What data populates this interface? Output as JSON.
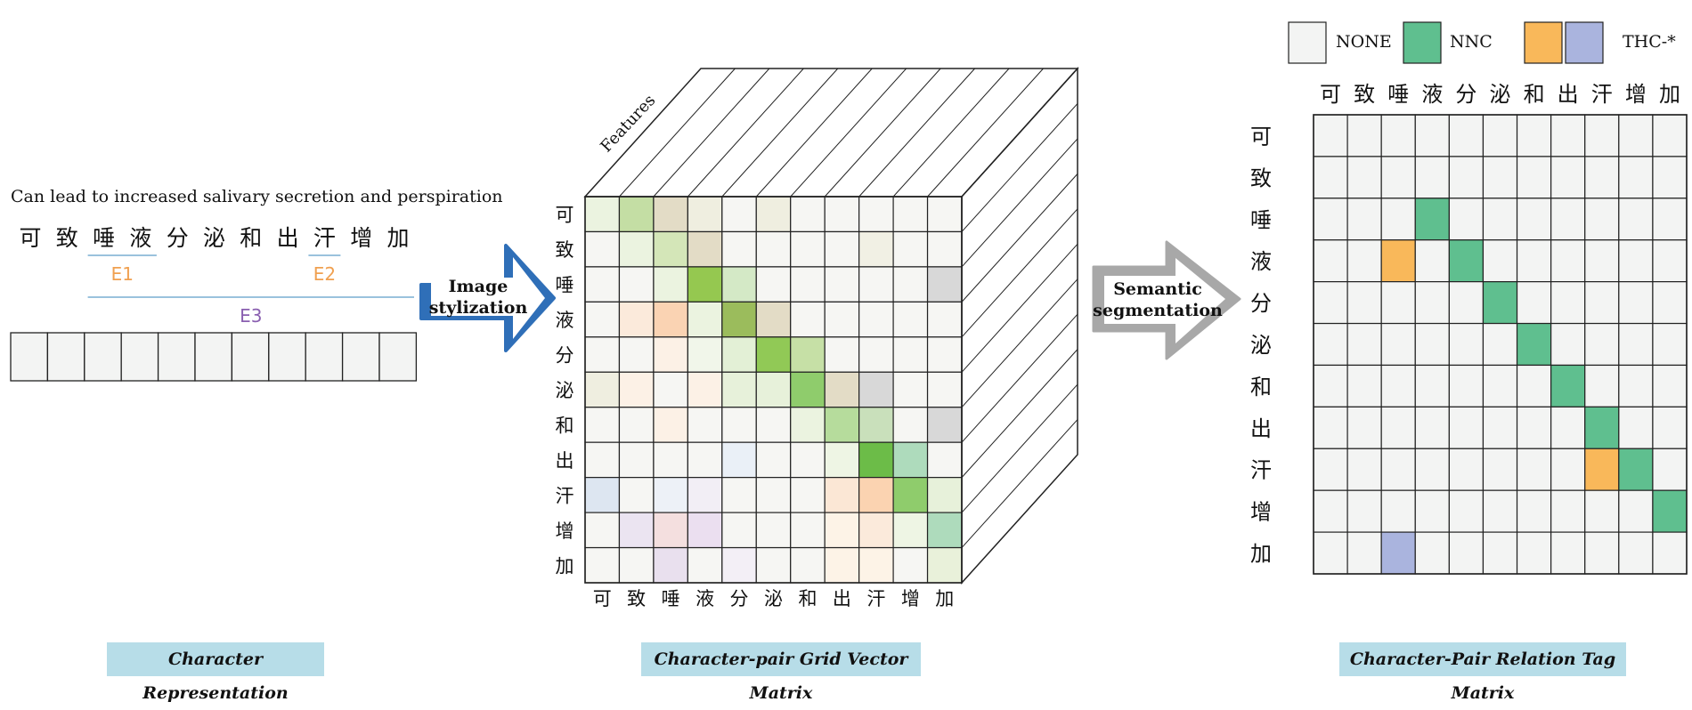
{
  "sentence": "Can lead to increased salivary secretion and perspiration",
  "characters": [
    "可",
    "致",
    "唾",
    "液",
    "分",
    "泌",
    "和",
    "出",
    "汗",
    "增",
    "加"
  ],
  "entities": [
    {
      "label": "E1",
      "start": 2,
      "end": 3,
      "color": "#f0a050"
    },
    {
      "label": "E2",
      "start": 8,
      "end": 8,
      "color": "#f0a050"
    },
    {
      "label": "E3",
      "start": 2,
      "end": 10,
      "color": "#8a5fb0"
    }
  ],
  "arrow_left": {
    "line1": "Image",
    "line2": "stylization",
    "color": "#2f6fb8"
  },
  "arrow_right": {
    "line1": "Semantic",
    "line2": "segmentation",
    "color": "#a8a8a8"
  },
  "cube": {
    "depth_label": "Features"
  },
  "legend": [
    {
      "label": "NONE",
      "color": "#f3f4f3"
    },
    {
      "label": "NNC",
      "color": "#5fbf8f"
    },
    {
      "label": "",
      "color": "#f9b85a"
    },
    {
      "label": "THC-*",
      "color": "#aab4de"
    }
  ],
  "grid_colors": [
    [
      "#ebf3e0",
      "#c4dea4",
      "#e3dcc6",
      "#efeee0",
      "#f6f6f3",
      "#efeee0",
      "#f6f6f3",
      "#f6f6f3",
      "#f6f6f3",
      "#f6f6f3",
      "#f6f6f3"
    ],
    [
      "#f6f6f3",
      "#ebf3e0",
      "#d4e6b8",
      "#e3dcc6",
      "#f6f6f3",
      "#f6f6f3",
      "#f6f6f3",
      "#f6f6f3",
      "#f1f0e4",
      "#f6f6f3",
      "#f6f6f3"
    ],
    [
      "#f6f6f3",
      "#f6f6f3",
      "#ebf3e0",
      "#95c850",
      "#d4e9c6",
      "#f6f6f3",
      "#f6f6f3",
      "#f6f6f3",
      "#f6f6f3",
      "#f6f6f3",
      "#d8d8d8"
    ],
    [
      "#f6f6f3",
      "#fbeadb",
      "#fad3b3",
      "#ebf3e0",
      "#9bbc5c",
      "#e3dcc6",
      "#f6f6f3",
      "#f6f6f3",
      "#f6f6f3",
      "#f6f6f3",
      "#f6f6f3"
    ],
    [
      "#f6f6f3",
      "#f6f6f3",
      "#fcf1e6",
      "#f1f6ea",
      "#e3f0d6",
      "#91c956",
      "#c6e0a6",
      "#f6f6f3",
      "#f6f6f3",
      "#f6f6f3",
      "#f6f6f3"
    ],
    [
      "#efeee0",
      "#fcf1e6",
      "#f6f6f3",
      "#fcf1e6",
      "#e7f1da",
      "#e7f1da",
      "#8fcc6c",
      "#e3dcc6",
      "#d8d8d8",
      "#f6f6f3",
      "#f6f6f3"
    ],
    [
      "#f6f6f3",
      "#f6f6f3",
      "#fcf1e6",
      "#f6f6f3",
      "#f6f6f3",
      "#f6f6f3",
      "#ebf3e0",
      "#b6dc9c",
      "#c9e0bb",
      "#f6f6f3",
      "#d8d8d8"
    ],
    [
      "#f6f6f3",
      "#f6f6f3",
      "#f6f6f3",
      "#f6f6f3",
      "#eaf0f7",
      "#f6f6f3",
      "#f6f6f3",
      "#eef5e4",
      "#6cbc48",
      "#aedbbc",
      "#f6f6f3"
    ],
    [
      "#dde6f1",
      "#f6f6f3",
      "#edf1f7",
      "#f2eef5",
      "#f6f6f3",
      "#f6f6f3",
      "#f6f6f3",
      "#fbe7d5",
      "#fbd3b1",
      "#8fcc6c",
      "#e7f1da"
    ],
    [
      "#f6f6f3",
      "#ebe4f1",
      "#f4dfdf",
      "#ebdff0",
      "#f6f6f3",
      "#f6f6f3",
      "#f6f6f3",
      "#fdf3e7",
      "#fbeadb",
      "#eef5e4",
      "#aedbbc"
    ],
    [
      "#f6f6f3",
      "#f6f6f3",
      "#e9e0ee",
      "#f6f6f3",
      "#f3eff6",
      "#f6f6f3",
      "#f6f6f3",
      "#fdf3e7",
      "#fdf3e7",
      "#f6f6f3",
      "#e9f1da"
    ]
  ],
  "tag_cells": [
    {
      "row": 2,
      "col": 3,
      "color": "#5fbf8f"
    },
    {
      "row": 3,
      "col": 2,
      "color": "#f9b85a"
    },
    {
      "row": 3,
      "col": 4,
      "color": "#5fbf8f"
    },
    {
      "row": 4,
      "col": 5,
      "color": "#5fbf8f"
    },
    {
      "row": 5,
      "col": 6,
      "color": "#5fbf8f"
    },
    {
      "row": 6,
      "col": 7,
      "color": "#5fbf8f"
    },
    {
      "row": 7,
      "col": 8,
      "color": "#5fbf8f"
    },
    {
      "row": 8,
      "col": 8,
      "color": "#f9b85a"
    },
    {
      "row": 8,
      "col": 9,
      "color": "#5fbf8f"
    },
    {
      "row": 9,
      "col": 10,
      "color": "#5fbf8f"
    },
    {
      "row": 10,
      "col": 2,
      "color": "#aab4de"
    }
  ],
  "tag_default_color": "#f3f4f3",
  "captions": {
    "left": "Character Representation",
    "middle": "Character-pair Grid Vector Matrix",
    "right": "Character-Pair Relation Tag Matrix"
  }
}
